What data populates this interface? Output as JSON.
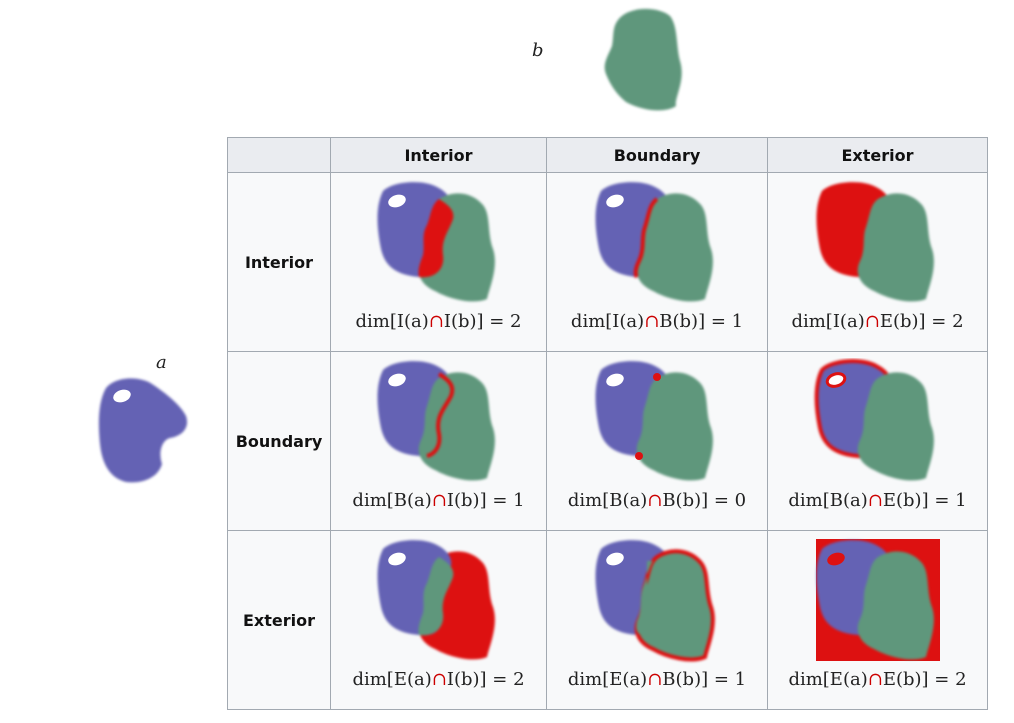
{
  "labels": {
    "a": "a",
    "b": "b"
  },
  "colors": {
    "shape_a": "#6462b4",
    "shape_b": "#5f977c",
    "highlight": "#dd1111",
    "header_bg": "#eaecf0",
    "cell_bg": "#f8f9fa",
    "border": "#a2a9b1"
  },
  "table": {
    "corner": "",
    "columns": [
      "Interior",
      "Boundary",
      "Exterior"
    ],
    "rows": [
      {
        "label": "Interior",
        "cells": [
          {
            "pre": "dim[I(a)",
            "cap": "∩",
            "post": "I(b)] = 2",
            "highlight": "interior-intersection"
          },
          {
            "pre": "dim[I(a)",
            "cap": "∩",
            "post": "B(b)] = 1",
            "highlight": "boundary-b-inside-a"
          },
          {
            "pre": "dim[I(a)",
            "cap": "∩",
            "post": "E(b)] = 2",
            "highlight": "a-minus-b"
          }
        ]
      },
      {
        "label": "Boundary",
        "cells": [
          {
            "pre": "dim[B(a)",
            "cap": "∩",
            "post": "I(b)] = 1",
            "highlight": "boundary-a-inside-b"
          },
          {
            "pre": "dim[B(a)",
            "cap": "∩",
            "post": "B(b)] = 0",
            "highlight": "boundary-points"
          },
          {
            "pre": "dim[B(a)",
            "cap": "∩",
            "post": "E(b)] = 1",
            "highlight": "boundary-a-outside-b"
          }
        ]
      },
      {
        "label": "Exterior",
        "cells": [
          {
            "pre": "dim[E(a)",
            "cap": "∩",
            "post": "I(b)] = 2",
            "highlight": "b-minus-a"
          },
          {
            "pre": "dim[E(a)",
            "cap": "∩",
            "post": "B(b)] = 1",
            "highlight": "boundary-b-outside-a"
          },
          {
            "pre": "dim[E(a)",
            "cap": "∩",
            "post": "E(b)] = 2",
            "highlight": "exterior-both"
          }
        ]
      }
    ]
  }
}
